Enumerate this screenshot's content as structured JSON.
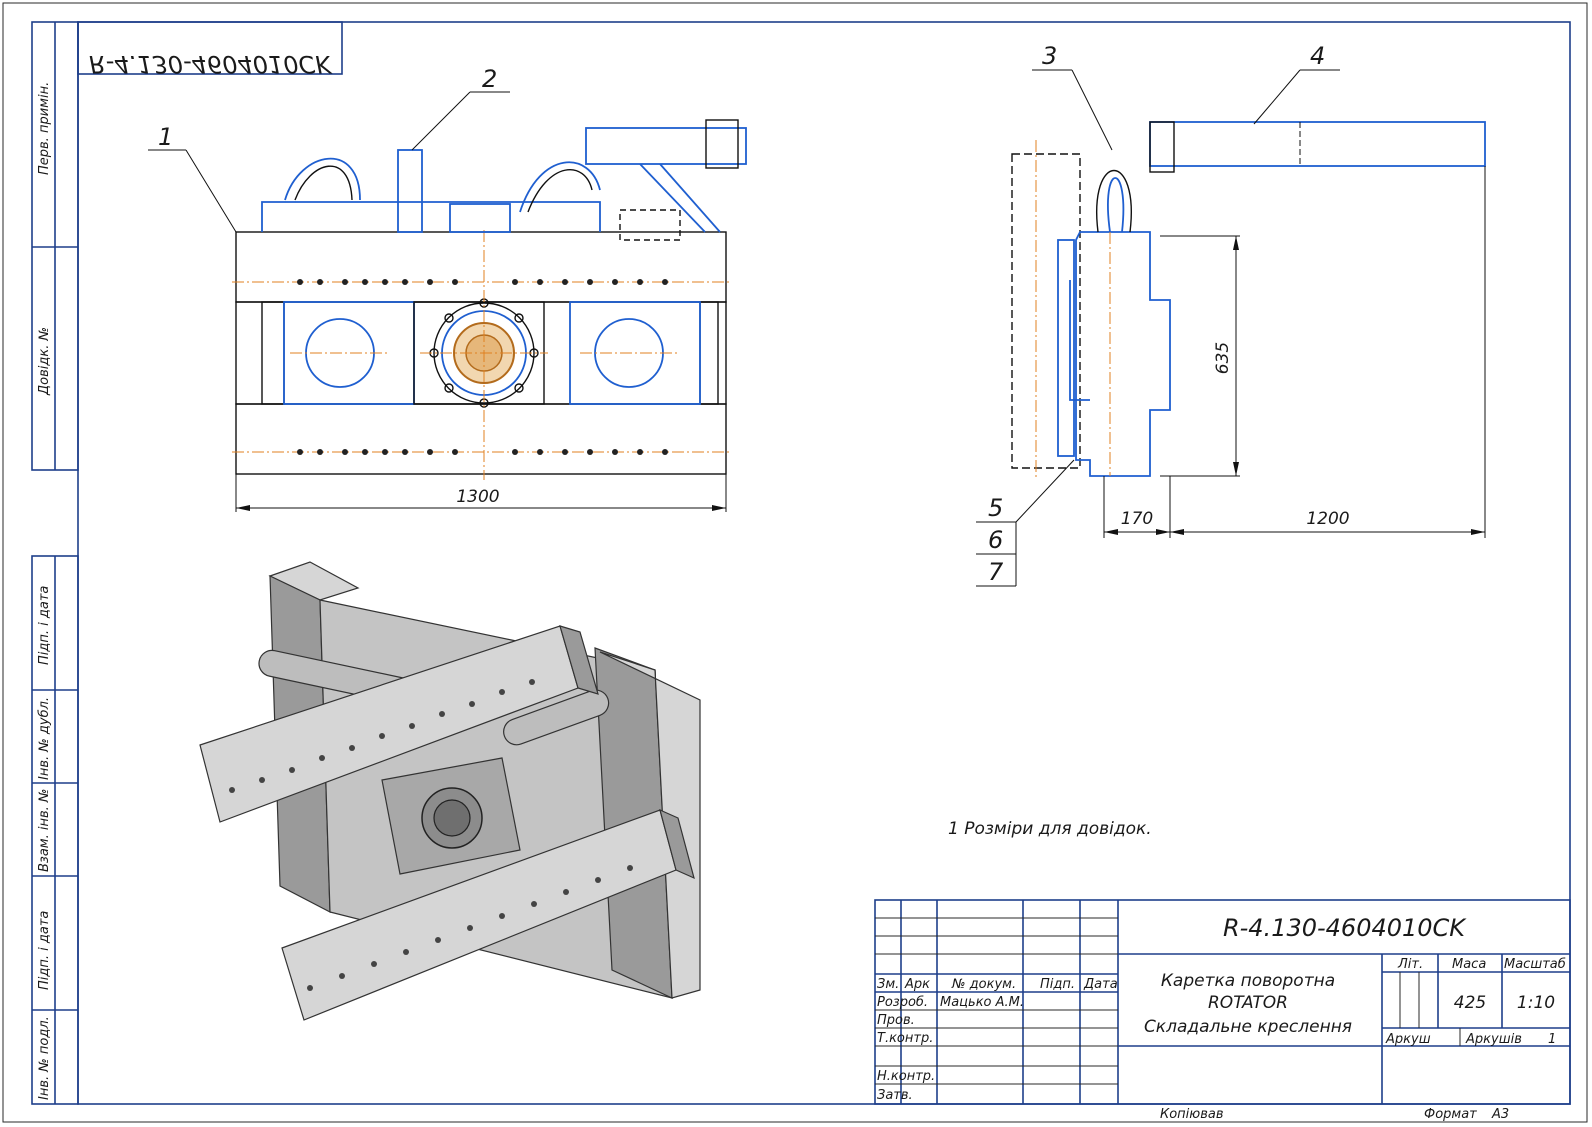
{
  "stamp": {
    "top_code_mirrored": "R-4.130-4604010CK",
    "designation": "R-4.130-4604010CK",
    "title_line1": "Каретка поворотна",
    "title_line2": "ROTATOR",
    "title_line3": "Складальне креслення",
    "col_zm": "Зм.",
    "col_ark": "Арк",
    "col_doc": "№ докум.",
    "col_sign": "Підп.",
    "col_date": "Дата",
    "row_razrob": "Розроб.",
    "row_prov": "Пров.",
    "row_tkontr": "Т.контр.",
    "row_nkontr": "Н.контр.",
    "row_zatv": "Затв.",
    "developer": "Мацько А.М.",
    "lit_label": "Літ.",
    "mass_label": "Маса",
    "scale_label": "Масштаб",
    "mass_value": "425",
    "scale_value": "1:10",
    "sheet_label": "Аркуш",
    "sheets_label": "Аркушів",
    "sheets_value": "1",
    "copied": "Копіював",
    "format_label": "Формат",
    "format_value": "А3"
  },
  "side_strip": {
    "perv_primin": "Перв. примін.",
    "dovid_no": "Довідк. №",
    "pidp_data_1": "Підп. і дата",
    "inv_dubl": "Інв. № дубл.",
    "vzam_inv": "Взам. інв. №",
    "pidp_data_2": "Підп. і дата",
    "inv_pidl": "Інв. № подл."
  },
  "drawing": {
    "note": "1  Розміри для довідок.",
    "dim_width": "1300",
    "dim_height": "635",
    "dim_offset": "170",
    "dim_length": "1200",
    "callouts": [
      "1",
      "2",
      "3",
      "4",
      "5",
      "6",
      "7"
    ]
  }
}
